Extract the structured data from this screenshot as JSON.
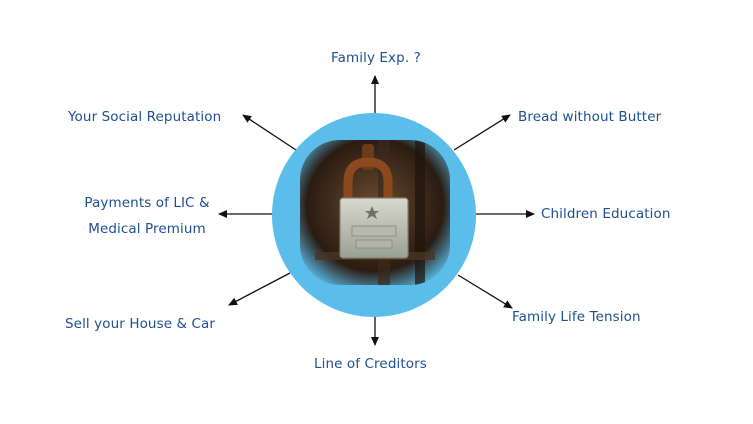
{
  "center": {
    "image": "padlock-photo"
  },
  "outcomes": [
    {
      "id": "top",
      "text": [
        "Family Exp. ?"
      ]
    },
    {
      "id": "top-right",
      "text": [
        "Bread without Butter"
      ]
    },
    {
      "id": "right",
      "text": [
        "Children Education"
      ]
    },
    {
      "id": "bottom-right",
      "text": [
        "Family Life Tension"
      ]
    },
    {
      "id": "bottom",
      "text": [
        "Line of Creditors"
      ]
    },
    {
      "id": "bottom-left",
      "text": [
        "Sell your House & Car"
      ]
    },
    {
      "id": "left",
      "text": [
        "Payments of LIC &",
        "Medical Premium"
      ]
    },
    {
      "id": "top-left",
      "text": [
        "Your Social Reputation"
      ]
    }
  ],
  "colors": {
    "hub": "#5bbde9",
    "label_text": "#1d4f91",
    "arrow": "#111111"
  }
}
